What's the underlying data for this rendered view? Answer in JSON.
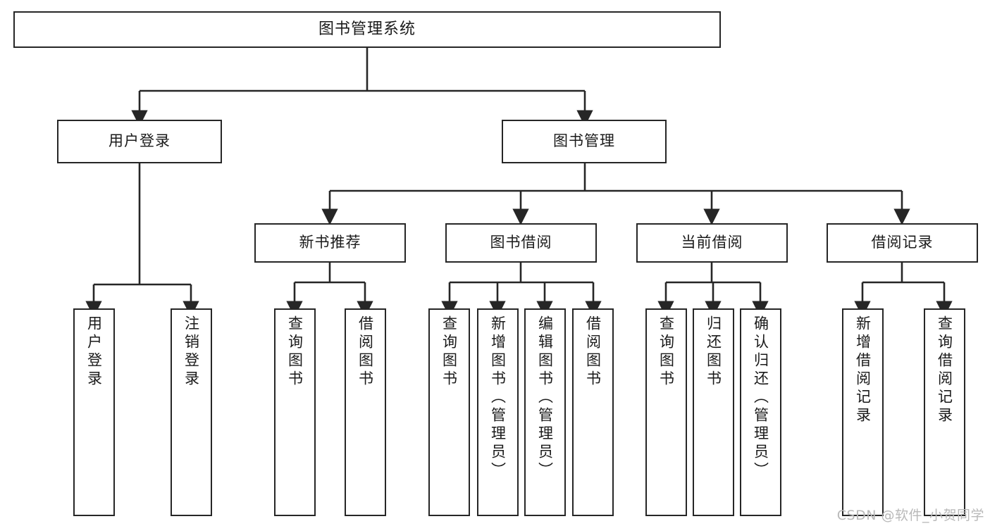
{
  "diagram": {
    "type": "tree-hierarchy",
    "title": "图书管理系统",
    "watermark": "CSDN @软件_小贺同学",
    "colors": {
      "stroke": "#262626",
      "fill": "#ffffff",
      "text": "#1a1a1a",
      "watermark": "#b9b9b9"
    },
    "nodes": {
      "root": {
        "label": "图书管理系统",
        "level": 0
      },
      "user_login": {
        "label": "用户登录",
        "level": 1
      },
      "book_manage": {
        "label": "图书管理",
        "level": 1
      },
      "new_book_rec": {
        "label": "新书推荐",
        "level": 2
      },
      "book_borrow": {
        "label": "图书借阅",
        "level": 2
      },
      "current_borrow": {
        "label": "当前借阅",
        "level": 2
      },
      "borrow_record": {
        "label": "借阅记录",
        "level": 2
      }
    },
    "leaves": {
      "user_login": [
        {
          "label": "用户登录"
        },
        {
          "label": "注销登录"
        }
      ],
      "new_book_rec": [
        {
          "label": "查询图书"
        },
        {
          "label": "借阅图书"
        }
      ],
      "book_borrow": [
        {
          "label": "查询图书"
        },
        {
          "label": "新增图书（管理员）"
        },
        {
          "label": "编辑图书（管理员）"
        },
        {
          "label": "借阅图书"
        }
      ],
      "current_borrow": [
        {
          "label": "查询图书"
        },
        {
          "label": "归还图书"
        },
        {
          "label": "确认归还（管理员）"
        }
      ],
      "borrow_record": [
        {
          "label": "新增借阅记录"
        },
        {
          "label": "查询借阅记录"
        }
      ]
    }
  }
}
